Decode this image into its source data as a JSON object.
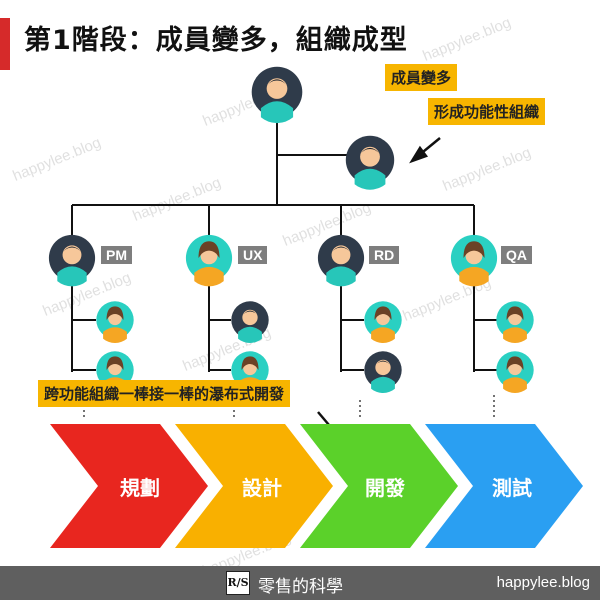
{
  "title": "第1階段：成員變多，組織成型",
  "callout_top": [
    "成員變多",
    "形成功能性組織"
  ],
  "callout_bottom": "跨功能組織一棒接一棒的瀑布式開發",
  "roles": [
    "PM",
    "UX",
    "RD",
    "QA"
  ],
  "phases": [
    "規劃",
    "設計",
    "開發",
    "測試"
  ],
  "phase_colors": [
    "#e8261f",
    "#f9b000",
    "#5bd12a",
    "#2a9ff2"
  ],
  "watermark": "happylee.blog",
  "footer": {
    "logo_text": "R/S",
    "brand": "零售的科學",
    "site": "happylee.blog"
  }
}
